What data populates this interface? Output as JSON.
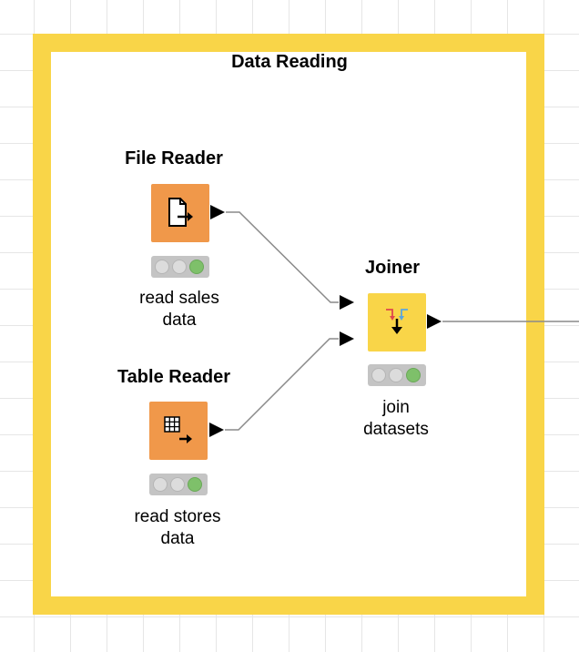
{
  "annotation": {
    "title": "Data Reading",
    "color": "#f9d548"
  },
  "nodes": {
    "file_reader": {
      "title": "File Reader",
      "label_line1": "read sales",
      "label_line2": "data",
      "icon": "file-arrow-icon",
      "color": "#f0984a",
      "status": "executed"
    },
    "table_reader": {
      "title": "Table Reader",
      "label_line1": "read stores",
      "label_line2": "data",
      "icon": "table-arrow-icon",
      "color": "#f0984a",
      "status": "executed"
    },
    "joiner": {
      "title": "Joiner",
      "label_line1": "join",
      "label_line2": "datasets",
      "icon": "join-arrows-icon",
      "color": "#f9d548",
      "status": "executed"
    }
  }
}
